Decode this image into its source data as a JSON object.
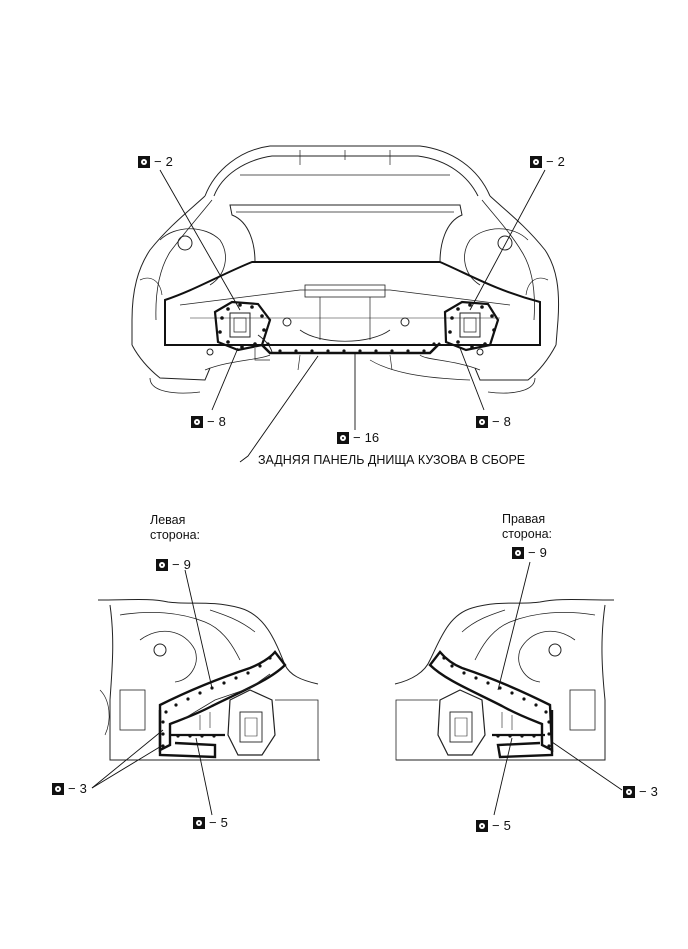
{
  "labels": {
    "assembly": "ЗАДНЯЯ ПАНЕЛЬ ДНИЩА КУЗОВА В СБОРЕ",
    "left_side": "Левая\nсторона:",
    "right_side": "Правая\nсторона:"
  },
  "callouts": {
    "top_left": "2",
    "top_right": "2",
    "mid_left": "8",
    "mid_right": "8",
    "center": "16",
    "left_top": "9",
    "left_side": "3",
    "left_bottom": "5",
    "right_top": "9",
    "right_side": "3",
    "right_bottom": "5"
  },
  "separator": "−",
  "icon": "spot-weld-icon"
}
